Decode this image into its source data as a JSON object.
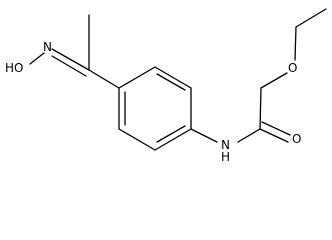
{
  "molecule": {
    "atom_labels": {
      "hydroxyl": "HO",
      "oxime_nitrogen": "N",
      "amide_nitrogen": "N",
      "amide_hydrogen": "H",
      "carbonyl_oxygen": "O",
      "ether_oxygen": "O"
    },
    "colors": {
      "bond": "#000000",
      "label": "#000000",
      "background": "#ffffff"
    }
  }
}
